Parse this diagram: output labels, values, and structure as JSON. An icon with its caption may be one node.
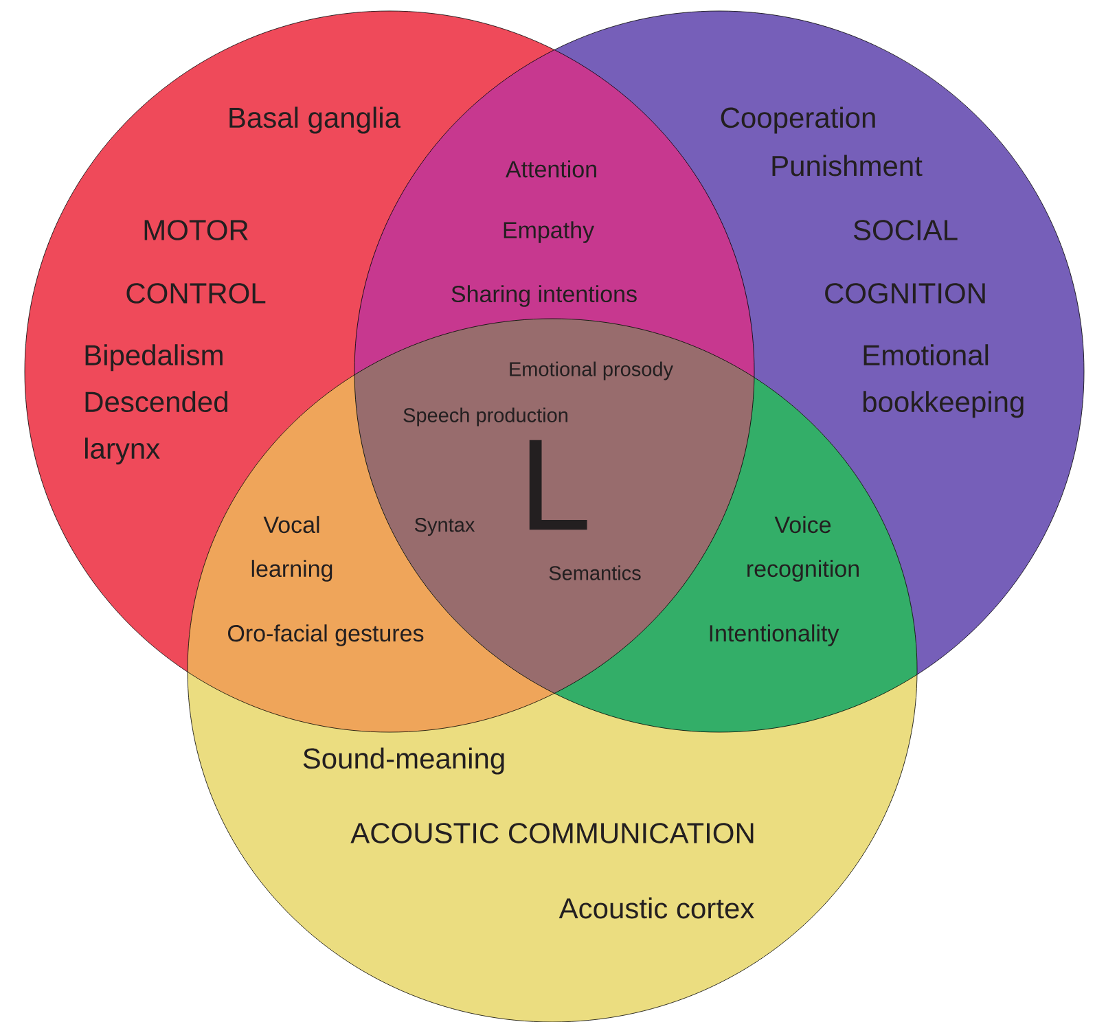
{
  "diagram": {
    "nodes": [
      {
        "text": [
          "Basal ganglia",
          "MOTOR CONTROL",
          "Bipedalism Descended larynx"
        ]
      },
      {
        "text": [
          "Cooperation",
          "Punishment",
          "SOCIAL COGNITION",
          "Emotional bookkeeping"
        ]
      },
      {
        "text": [
          "Sound-meaning",
          "ACOUSTIC COMMUNICATION",
          "Acoustic cortex"
        ]
      }
    ],
    "labels": [
      "Attention",
      "Empathy",
      "Sharing intentions",
      "Emotional prosody",
      "Speech production",
      "L",
      "Vocal learning",
      "Syntax",
      "Voice recognition",
      "Semantics",
      "Oro-facial gestures",
      "Intentionality"
    ]
  }
}
